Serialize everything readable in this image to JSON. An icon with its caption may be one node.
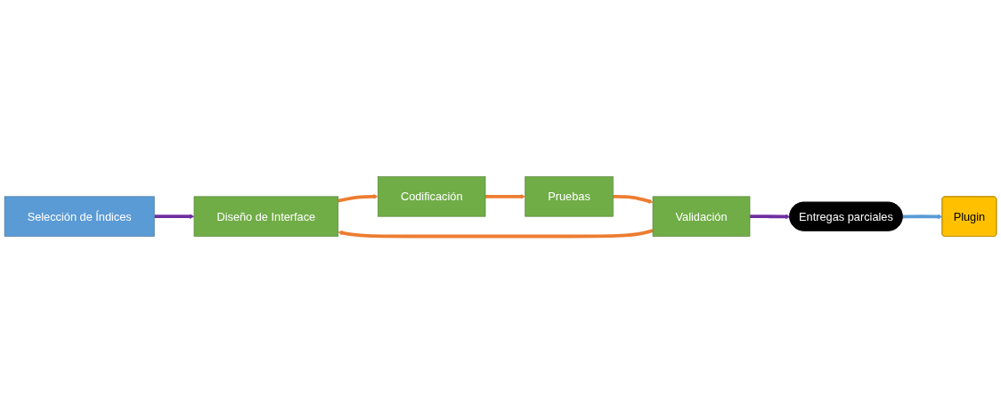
{
  "diagram": {
    "nodes": [
      {
        "text": [
          "Selección de Índices"
        ]
      },
      {
        "text": [
          "Diseño de Interface"
        ]
      },
      {
        "text": [
          "Validación"
        ]
      },
      {
        "text": [
          "Codificación"
        ]
      },
      {
        "text": [
          "Pruebas"
        ]
      },
      {
        "text": [
          "Entregas parciales"
        ]
      },
      {
        "text": [
          "Plugin"
        ]
      }
    ],
    "edges": [
      {
        "from": 0,
        "to": 1,
        "arrow": "to",
        "color": "#7030a0"
      },
      {
        "from": 1,
        "to": 3,
        "arrow": "to"
      },
      {
        "from": 3,
        "to": 4,
        "arrow": "to"
      },
      {
        "from": 4,
        "to": 2,
        "arrow": "to"
      },
      {
        "from": 2,
        "to": 1,
        "arrow": "to"
      },
      {
        "from": 2,
        "to": 5,
        "arrow": "to",
        "color": "#7030a0"
      },
      {
        "from": 5,
        "to": 6,
        "arrow": "to",
        "color": "#5b9bd5"
      }
    ]
  }
}
